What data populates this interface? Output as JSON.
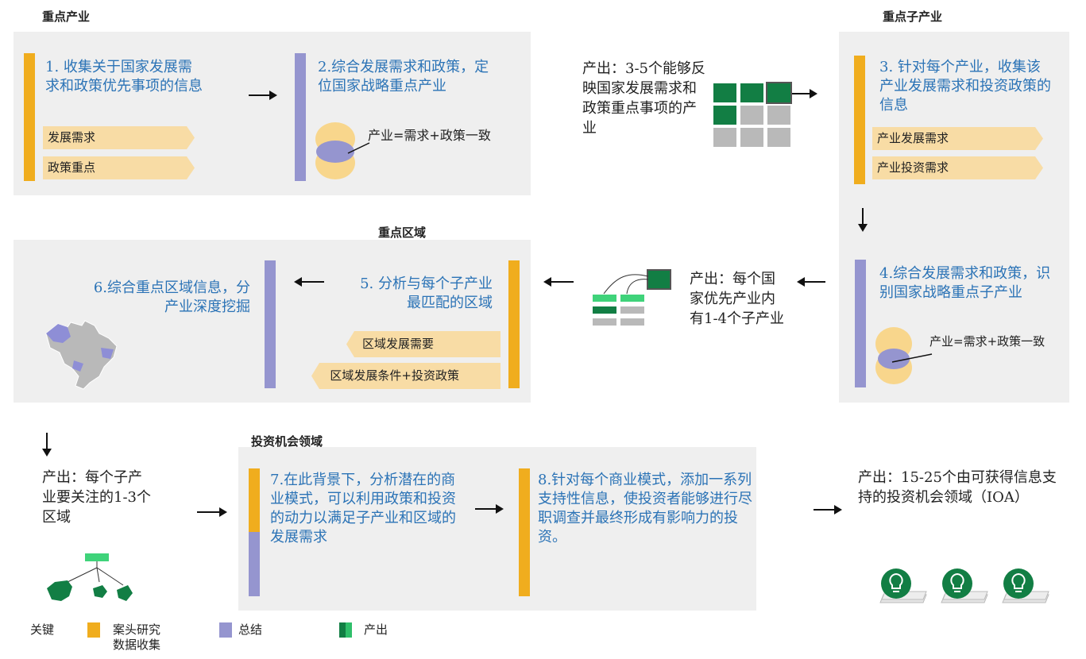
{
  "sections": {
    "key_industries": "重点产业",
    "key_sub_industries": "重点子产业",
    "key_regions": "重点区域",
    "investment_areas": "投资机会领域"
  },
  "steps": {
    "s1": "1. 收集关于国家发展需求和政策优先事项的信息",
    "s1_chevrons": [
      "发展需求",
      "政策重点"
    ],
    "s2": "2.综合发展需求和政策，定位国家战略重点产业",
    "s2_formula": "产业=需求+政策一致",
    "s3": "3. 针对每个产业，收集该产业发展需求和投资政策的信息",
    "s3_chevrons": [
      "产业发展需求",
      "产业投资需求"
    ],
    "s4": "4.综合发展需求和政策，识别国家战略重点子产业",
    "s4_formula": "产业=需求+政策一致",
    "s5": "5. 分析与每个子产业最匹配的区域",
    "s5_chevrons": [
      "区域发展需要",
      "区域发展条件+投资政策"
    ],
    "s6": "6.综合重点区域信息，分产业深度挖掘",
    "s7": "7.在此背景下，分析潜在的商业模式，可以利用政策和投资的动力以满足子产业和区域的发展需求",
    "s8": "8.针对每个商业模式，添加一系列支持性信息，使投资者能够进行尽职调查并最终形成有影响力的投资。"
  },
  "outputs": {
    "o1": "产出：3-5个能够反映国家发展需求和政策重点事项的产业",
    "o2": "产出：每个国家优先产业内有1-4个子产业",
    "o3": "产出：每个子产业要关注的1-3个区域",
    "o4": "产出：15-25个由可获得信息支持的投资机会领域（IOA）"
  },
  "legend": {
    "title": "关键",
    "desk_research": "案头研究",
    "data_collection": "数据收集",
    "summary": "总结",
    "output": "产出"
  },
  "colors": {
    "desk_research": "#f0ad1e",
    "summary": "#9595cf",
    "output": "#127e44",
    "step_text": "#2b73b6",
    "panel": "#efefef"
  }
}
